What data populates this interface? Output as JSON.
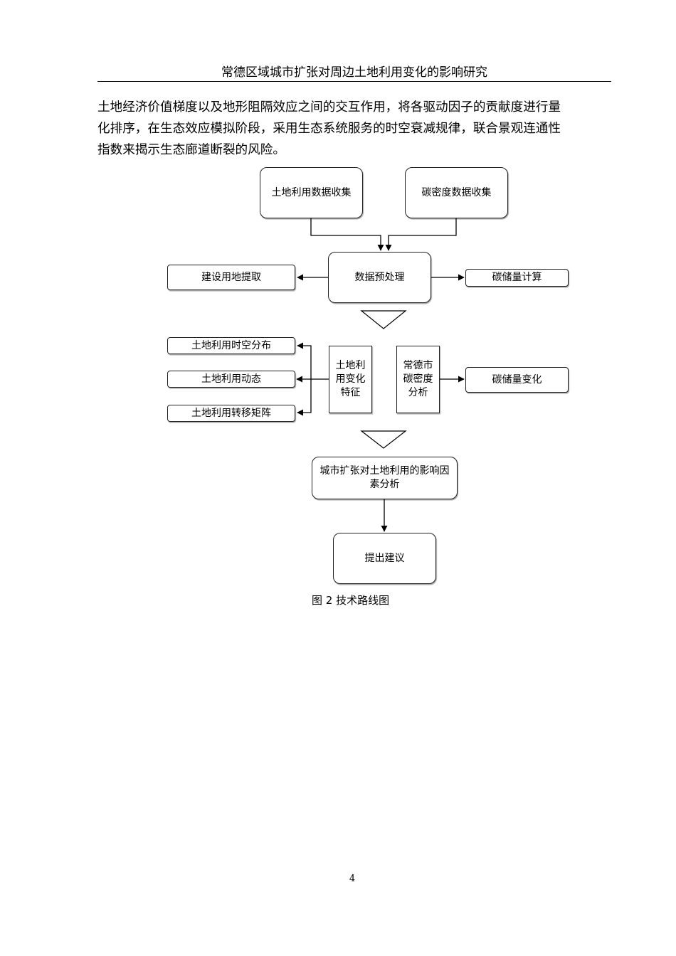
{
  "header": {
    "title": "常德区域城市扩张对周边土地利用变化的影响研究"
  },
  "paragraph": {
    "lines": [
      "土地经济价值梯度以及地形阻隔效应之间的交互作用，将各驱动因子的贡献度进行量",
      "化排序，在生态效应模拟阶段，采用生态系统服务的时空衰减规律，联合景观连通性",
      "指数来揭示生态廊道断裂的风险。"
    ]
  },
  "flowchart": {
    "land_use_data": "土地利用数据收集",
    "carbon_density_data": "碳密度数据收集",
    "preprocess": "数据预处理",
    "construction_land": "建设用地提取",
    "carbon_storage_calc": "碳储量计算",
    "spatiotemporal": "土地利用时空分布",
    "dynamics": "土地利用动态",
    "transfer_matrix": "土地利用转移矩阵",
    "change_features": "土地利用变化特征",
    "density_analysis": "常德市碳密度分析",
    "carbon_change": "碳储量变化",
    "influence_factors": "城市扩张对土地利用的影响因素分析",
    "suggestions": "提出建议"
  },
  "caption": {
    "label": "图 2 技术路线图"
  },
  "footer": {
    "page_number": "4"
  }
}
